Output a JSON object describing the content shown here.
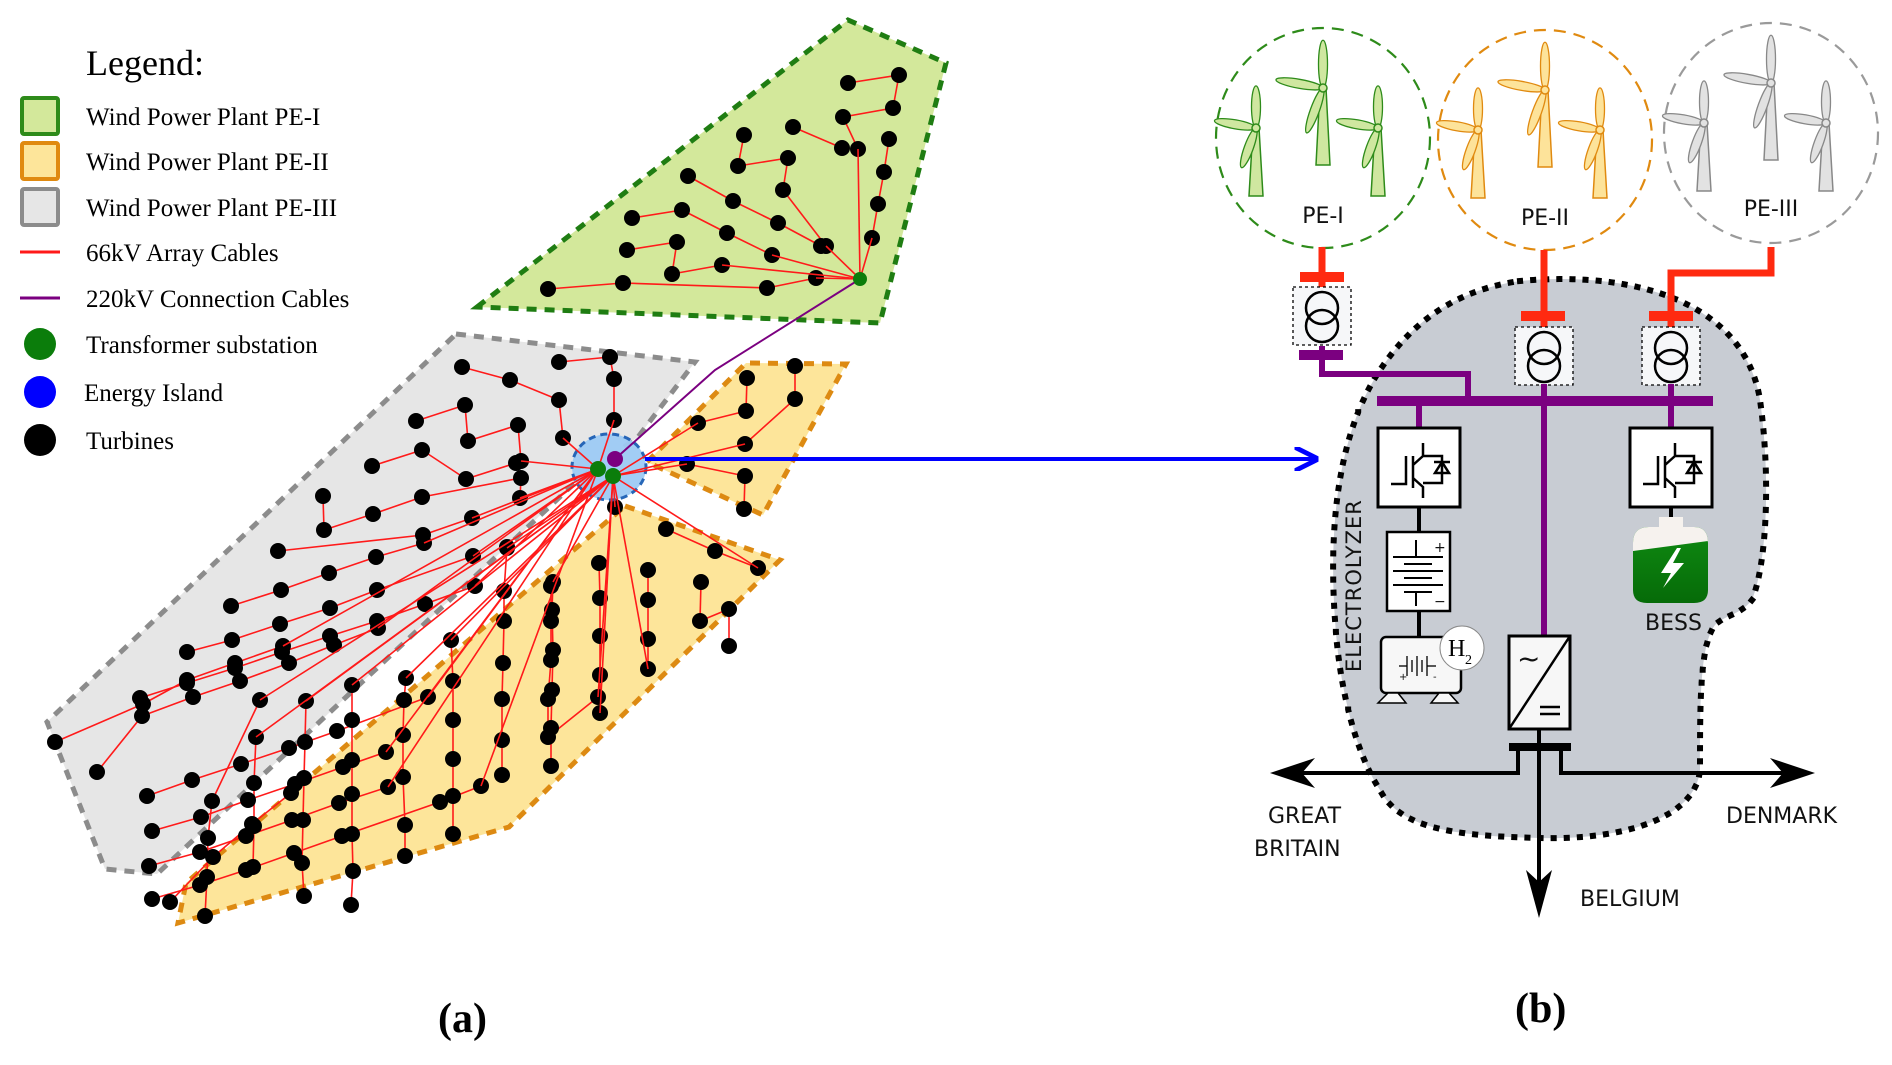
{
  "legend": {
    "title": "Legend:",
    "items": [
      {
        "label": "Wind Power Plant PE-I",
        "kind": "swatch",
        "fill": "#d3e89b",
        "stroke": "#2e8b1a"
      },
      {
        "label": "Wind Power Plant PE-II",
        "kind": "swatch",
        "fill": "#fde59a",
        "stroke": "#e08a10"
      },
      {
        "label": "Wind Power Plant PE-III",
        "kind": "swatch",
        "fill": "#e6e6e6",
        "stroke": "#8c8c8c"
      },
      {
        "label": "66kV Array Cables",
        "kind": "line",
        "stroke": "#ff1a1a"
      },
      {
        "label": "220kV Connection Cables",
        "kind": "line",
        "stroke": "#7b0080"
      },
      {
        "label": "Transformer  substation",
        "kind": "dot",
        "fill": "#0b7d0b"
      },
      {
        "label": "Energy Island",
        "kind": "dot",
        "fill": "#0000ff"
      },
      {
        "label": "Turbines",
        "kind": "dot",
        "fill": "#000000"
      }
    ]
  },
  "colors": {
    "pe1_fill": "#d3e89b",
    "pe1_stroke": "#1f7d12",
    "pe2_fill": "#fde59a",
    "pe2_stroke": "#dd8a12",
    "pe3_fill": "#e6e6e6",
    "pe3_stroke": "#8c8c8c",
    "array_cable": "#ff1a1a",
    "connection_cable": "#7b0080",
    "substation": "#0b7d0b",
    "island_fill": "#9ecbf5",
    "island_stroke": "#1c5fb5",
    "arrow": "#0000ff",
    "island_body": "#c8ccd3",
    "bess_green": "#0b7d0b"
  },
  "panel_b": {
    "plants": [
      {
        "label": "PE-I",
        "color": "green"
      },
      {
        "label": "PE-II",
        "color": "orange"
      },
      {
        "label": "PE-III",
        "color": "gray"
      }
    ],
    "electrolyzer_label": "ELECTROLYZER",
    "h2_label": "H",
    "h2_sub": "2",
    "bess_label": "BESS",
    "dc_plus": "+",
    "dc_minus": "−",
    "ac_symbol": "~",
    "countries": {
      "west_line1": "GREAT",
      "west_line2": "BRITAIN",
      "east": "DENMARK",
      "south": "BELGIUM"
    }
  },
  "captions": {
    "a": "(a)",
    "b": "(b)"
  }
}
